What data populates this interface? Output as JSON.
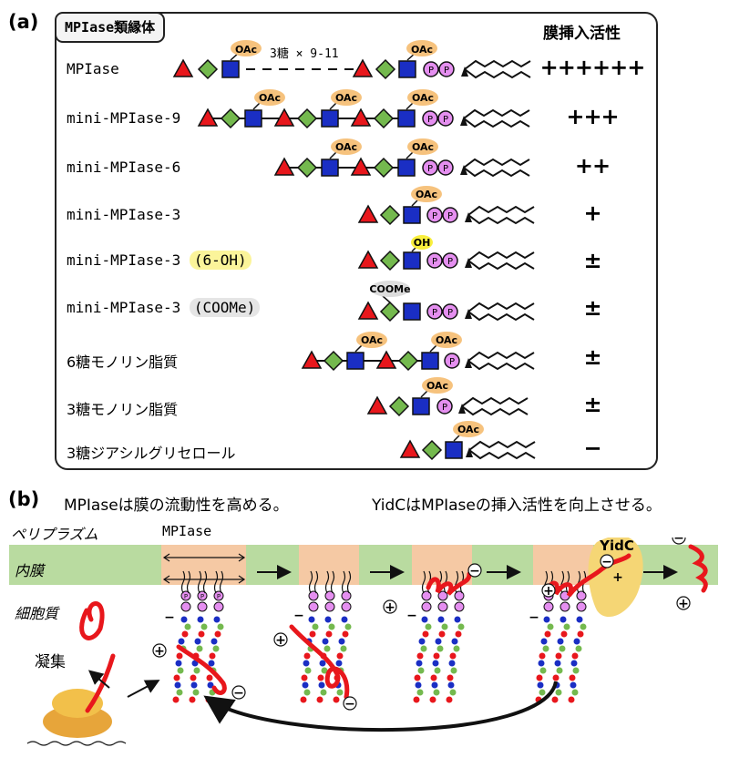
{
  "panel_a": {
    "label": "(a)",
    "title": "MPIase類縁体",
    "activity_header": "膜挿入活性",
    "repeat_note": "3糖 × 9-11",
    "rows": [
      {
        "name": "MPIase",
        "tag": "",
        "activity": "++++++"
      },
      {
        "name": "mini-MPIase-9",
        "tag": "",
        "activity": "+++"
      },
      {
        "name": "mini-MPIase-6",
        "tag": "",
        "activity": "++"
      },
      {
        "name": "mini-MPIase-3",
        "tag": "",
        "activity": "+"
      },
      {
        "name": "mini-MPIase-3",
        "tag": "(6-OH)",
        "activity": "±"
      },
      {
        "name": "mini-MPIase-3",
        "tag": "(COOMe)",
        "activity": "±"
      },
      {
        "name": "6糖モノリン脂質",
        "tag": "",
        "activity": "±"
      },
      {
        "name": "3糖モノリン脂質",
        "tag": "",
        "activity": "±"
      },
      {
        "name": "3糖ジアシルグリセロール",
        "tag": "",
        "activity": "−"
      }
    ],
    "mods": {
      "oac": "OAc",
      "oh": "OH",
      "coome": "COOMe",
      "phosphate": "P"
    }
  },
  "panel_b": {
    "label": "(b)",
    "caption_1": "MPIaseは膜の流動性を高める。",
    "caption_2": "YidCはMPIaseの挿入活性を向上させる。",
    "periplasm": "ペリプラズム",
    "mpiase_label": "MPIase",
    "inner_membrane": "内膜",
    "cytoplasm": "細胞質",
    "aggregation": "凝集",
    "yidc": "YidC",
    "phosphate": "P",
    "plus": "+",
    "minus": "−"
  },
  "colors": {
    "triangle": "#e8171c",
    "diamond": "#74b94e",
    "square": "#1a2ec4",
    "phosphate": "#e58ff0",
    "oac": "#f6c27d",
    "oh": "#f9ef3d",
    "coome": "#dcdcdc",
    "membrane": "#b9dba0",
    "mpiase_zone": "#f5c9a4",
    "yidc": "#f5d675",
    "peptide": "#e8171c",
    "ribosome": "#f2b53a"
  }
}
